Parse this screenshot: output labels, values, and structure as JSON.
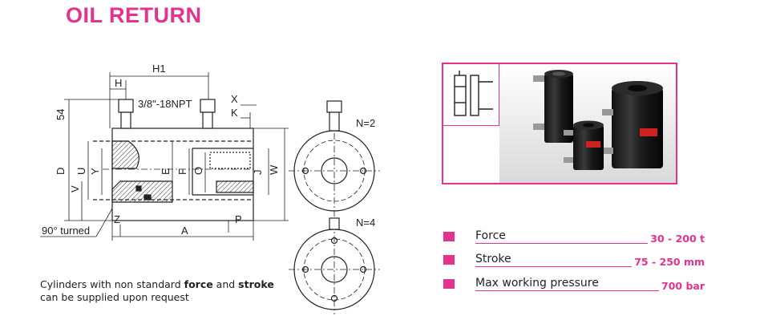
{
  "title": "OIL RETURN",
  "drawing": {
    "dims": {
      "h1": "H1",
      "h": "H",
      "port": "3/8\"-18NPT",
      "x": "X",
      "k": "K",
      "d54": "54",
      "d": "D",
      "u": "U",
      "y": "Y",
      "v": "V",
      "e": "E",
      "f": "F",
      "o": "O",
      "j": "J",
      "w": "W",
      "z": "Z",
      "p": "P",
      "a": "A",
      "turned": "90° turned"
    },
    "n2": "N=2",
    "n4": "N=4"
  },
  "note": {
    "line1_pre": "Cylinders with non standard ",
    "force": "force",
    "and": " and ",
    "stroke": "stroke",
    "line2": "can be supplied upon request"
  },
  "specs": [
    {
      "label": "Force",
      "value": "30 - 200 t"
    },
    {
      "label": "Stroke",
      "value": "75 - 250 mm"
    },
    {
      "label": "Max working pressure",
      "value": "700 bar"
    }
  ],
  "colors": {
    "accent": "#e6318d",
    "ink": "#222222"
  }
}
